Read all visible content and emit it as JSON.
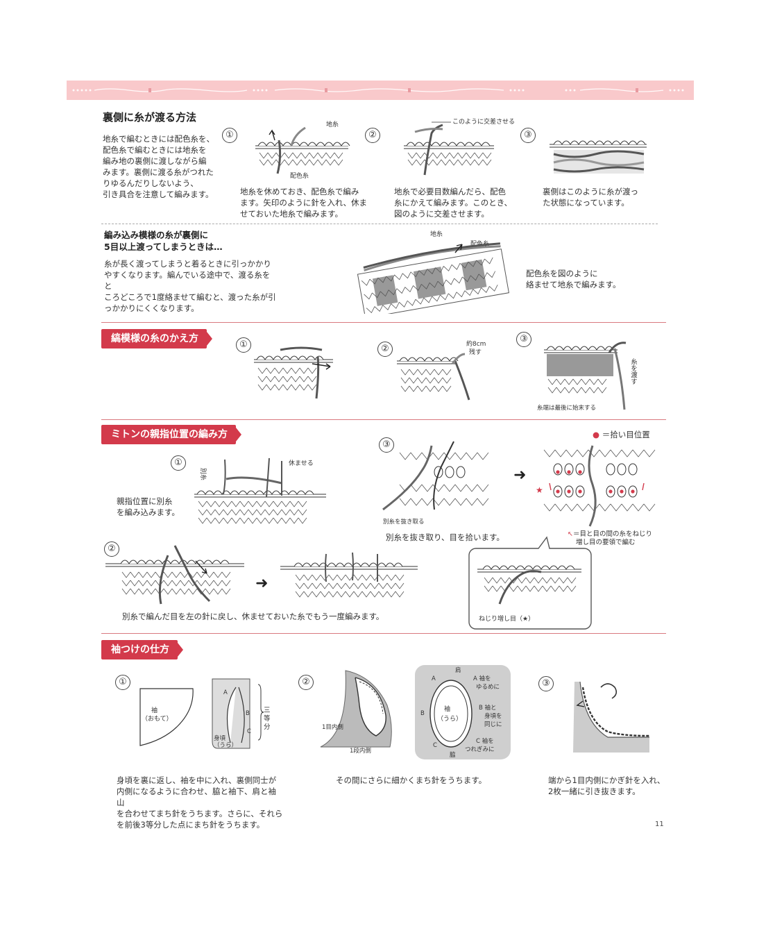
{
  "colors": {
    "accent": "#d33a4b",
    "band": "#f9c9cb",
    "line": "#333333",
    "gray": "#bbbbbb"
  },
  "sec1": {
    "title": "裏側に糸が渡る方法",
    "intro": [
      "地糸で編むときには配色糸を、",
      "配色糸で編むときには地糸を",
      "編み地の裏側に渡しながら編",
      "みます。裏側に渡る糸がつれた",
      "りゆるんだりしないよう、",
      "引き具合を注意して編みます。"
    ],
    "step1": {
      "num": "①",
      "label_a": "地糸",
      "label_b": "配色糸",
      "caption": [
        "地糸を休めておき、配色糸で編み",
        "ます。矢印のように針を入れ、休ま",
        "せておいた地糸で編みます。"
      ]
    },
    "step2": {
      "num": "②",
      "label": "このように交差させる",
      "caption": [
        "地糸で必要目数編んだら、配色",
        "糸にかえて編みます。このとき、",
        "図のように交差させます。"
      ]
    },
    "step3": {
      "num": "③",
      "caption": [
        "裏側はこのように糸が渡っ",
        "た状態になっています。"
      ]
    }
  },
  "sec1b": {
    "title": [
      "編み込み模様の糸が裏側に",
      "5目以上渡ってしまうときは…"
    ],
    "body": [
      "糸が長く渡ってしまうと着るときに引っかかり",
      "やすくなります。編んでいる途中で、渡る糸をと",
      "ころどころで1度絡ませて編むと、渡った糸が引",
      "っかかりにくくなります。"
    ],
    "label_a": "地糸",
    "label_b": "配色糸",
    "caption": [
      "配色糸を図のように",
      "絡ませて地糸で編みます。"
    ]
  },
  "sec2": {
    "tag": "縞模様の糸のかえ方",
    "nums": [
      "①",
      "②",
      "③"
    ],
    "label_cm": [
      "約8cm",
      "残す"
    ],
    "label_pass": "糸を渡す",
    "label_end": "糸端は最後に始末する"
  },
  "sec3": {
    "tag": "ミトンの親指位置の編み方",
    "legend": "＝拾い目位置",
    "step1": {
      "num": "①",
      "label_a": "別糸",
      "label_b": "休ませる",
      "caption": [
        "親指位置に別糸",
        "を編み込みます。"
      ]
    },
    "step3": {
      "num": "③",
      "label": "別糸を抜き取る",
      "caption": "別糸を抜き取り、目を拾います。"
    },
    "note": [
      "＝目と目の間の糸をねじり",
      "増し目の要領で編む"
    ],
    "step2": {
      "num": "②",
      "caption": "別糸で編んだ目を左の針に戻し、休ませておいた糸でもう一度編みます。"
    },
    "zoom_label": "ねじり増し目（★）"
  },
  "sec4": {
    "tag": "袖つけの仕方",
    "step1": {
      "num": "①",
      "sode": [
        "袖",
        "（おもて）"
      ],
      "migoro": [
        "身頃",
        "（うら）"
      ],
      "marks": [
        "A",
        "B",
        "C"
      ],
      "santo": [
        "三",
        "等",
        "分"
      ],
      "caption": [
        "身頃を裏に返し、袖を中に入れ、裏側同士が",
        "内側になるように合わせ、脇と袖下、肩と袖山",
        "を合わせてまち針をうちます。さらに、それら",
        "を前後3等分した点にまち針をうちます。"
      ]
    },
    "step2": {
      "num": "②",
      "label_a": "1目内側",
      "label_b": "1段内側",
      "kata": "肩",
      "waki": "脇",
      "sode": [
        "袖",
        "（うら）"
      ],
      "notes": [
        "A 袖を",
        "ゆるめに",
        "B 袖と",
        "身頃を",
        "同じに",
        "C 袖を",
        "つれぎみに"
      ],
      "caption": "その間にさらに細かくまち針をうちます。"
    },
    "step3": {
      "num": "③",
      "caption": [
        "端から1目内側にかぎ針を入れ、",
        "2枚一緒に引き抜きます。"
      ]
    }
  },
  "page_number": "11"
}
